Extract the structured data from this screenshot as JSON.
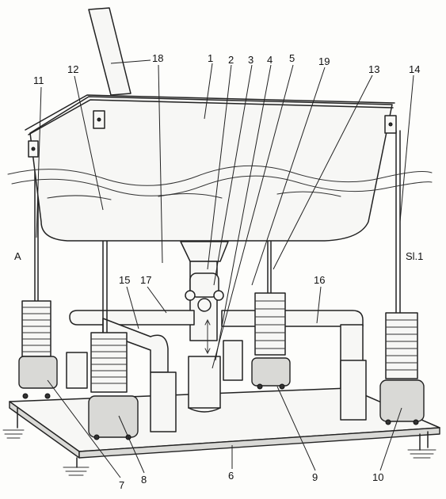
{
  "diagram": {
    "side_labels": {
      "left": "A",
      "right": "Sl.1"
    },
    "callouts": [
      {
        "id": "c1",
        "label": "1"
      },
      {
        "id": "c2",
        "label": "2"
      },
      {
        "id": "c3",
        "label": "3"
      },
      {
        "id": "c4",
        "label": "4"
      },
      {
        "id": "c5",
        "label": "5"
      },
      {
        "id": "c6",
        "label": "6"
      },
      {
        "id": "c7",
        "label": "7"
      },
      {
        "id": "c8",
        "label": "8"
      },
      {
        "id": "c9",
        "label": "9"
      },
      {
        "id": "c10",
        "label": "10"
      },
      {
        "id": "c11",
        "label": "11"
      },
      {
        "id": "c12",
        "label": "12"
      },
      {
        "id": "c13",
        "label": "13"
      },
      {
        "id": "c14",
        "label": "14"
      },
      {
        "id": "c15",
        "label": "15"
      },
      {
        "id": "c16",
        "label": "16"
      },
      {
        "id": "c17",
        "label": "17"
      },
      {
        "id": "c18",
        "label": "18"
      },
      {
        "id": "c19",
        "label": "19"
      }
    ]
  }
}
